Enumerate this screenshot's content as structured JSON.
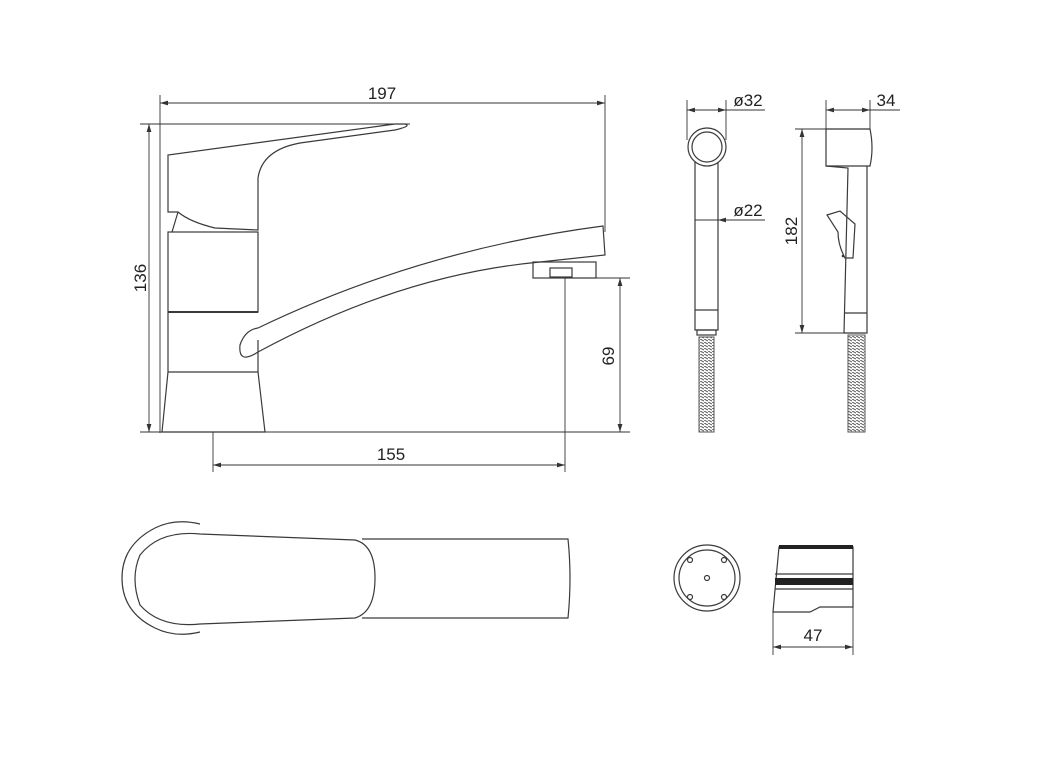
{
  "drawing": {
    "title": "Faucet with hand shower - dimensional drawing",
    "colors": {
      "line": "#3a3a3a",
      "background": "#ffffff"
    },
    "dimensions": {
      "faucet_length": "197",
      "faucet_height": "136",
      "spout_height": "69",
      "spout_reach": "155",
      "shower_head_diameter": "ø32",
      "shower_handle_diameter": "ø22",
      "shower_length": "182",
      "shower_head_depth": "34",
      "holder_width": "47"
    }
  }
}
